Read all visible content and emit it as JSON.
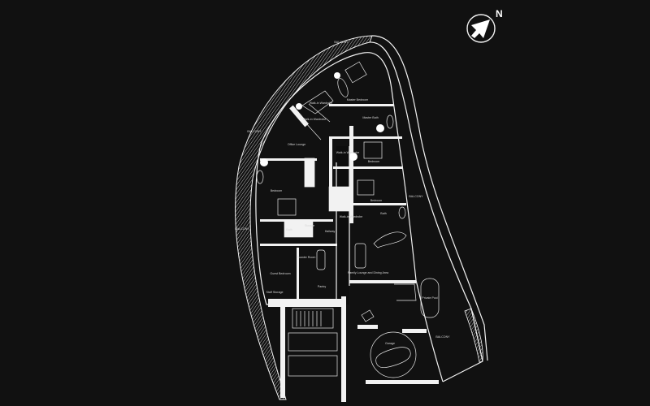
{
  "compass": {
    "label": "N",
    "icon": "north-arrow-icon"
  },
  "labels": {
    "balcony_top": "BALCONY",
    "balcony_left_upper": "BALCONY",
    "balcony_left_lower": "BALCONY",
    "balcony_right": "BALCONY",
    "balcony_bottom_right": "BALCONY",
    "master_bedroom": "Master Bedroom",
    "walkin_wardrobe_1": "Walk-in Wardrobe",
    "walkin_wardrobe_2": "Walk-in Wardrobe",
    "office_lounge": "Office Lounge",
    "master_bath": "Master Bath",
    "walkin_wardrobe_3": "Walk-in Wardrobe",
    "bedroom_1": "Bedroom",
    "bedroom_2": "Bedroom",
    "bedroom_3": "Bedroom",
    "bath_1": "Bath",
    "bath_2": "Bath",
    "walkin_wardrobe_4": "Walk-in Wardrobe",
    "storage": "Storage",
    "hallway": "Hallway",
    "powder_room": "Powder Room",
    "guest_bedroom": "Guest Bedroom",
    "staff_storage": "Staff Storage",
    "pantry": "Pantry",
    "family_lounge": "Family Lounge and Dining Area",
    "private_pool": "Private Pool",
    "garage": "Garage"
  },
  "colors": {
    "background": "#111111",
    "lines": "#f2f2f2"
  }
}
